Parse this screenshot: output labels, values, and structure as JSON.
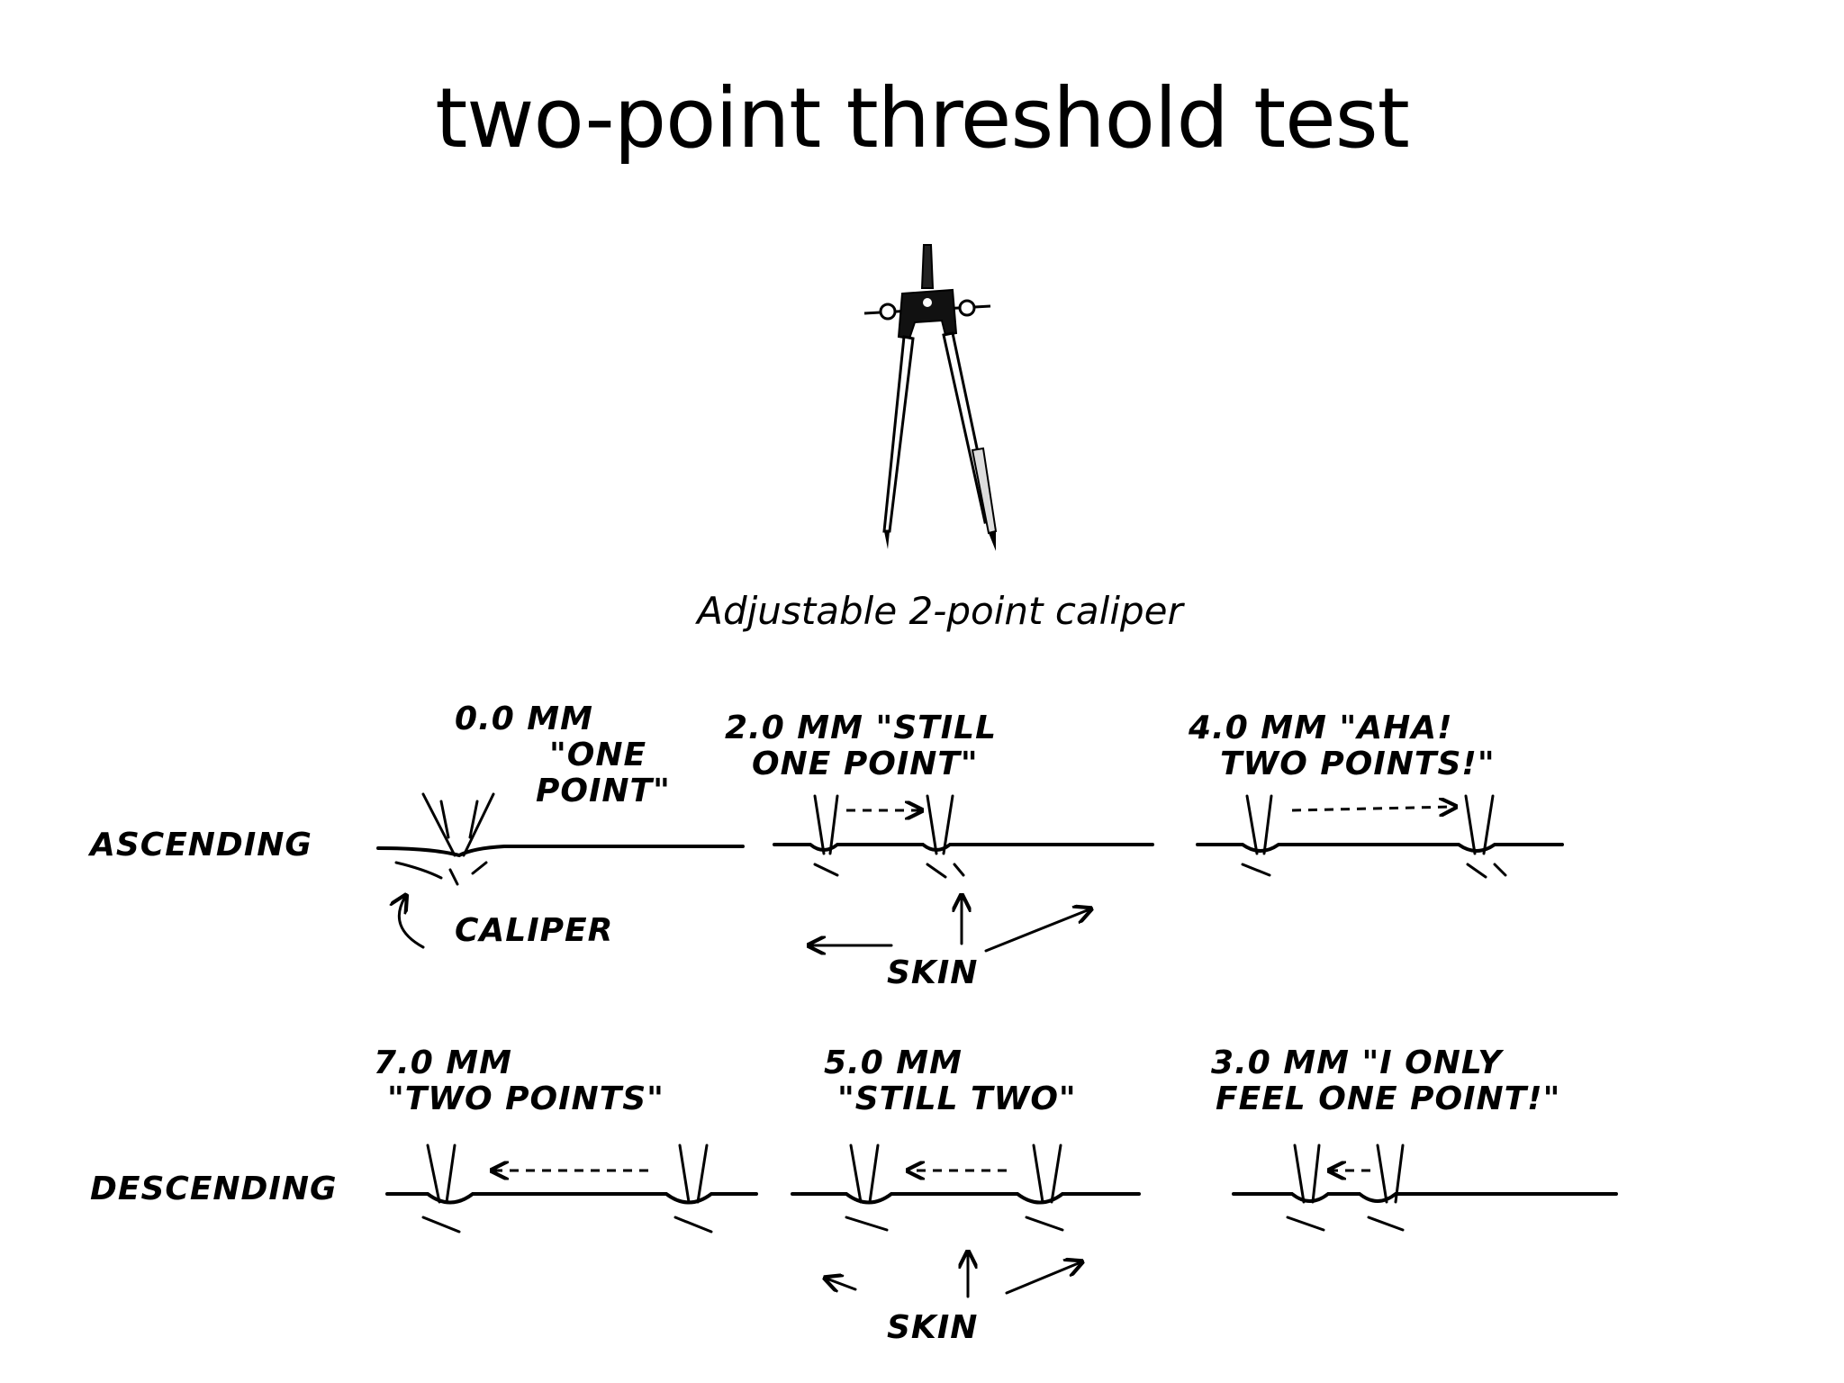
{
  "title": "two-point threshold test",
  "caption": "Adjustable 2-point caliper",
  "rows": {
    "ascending_label": "ASCENDING",
    "descending_label": "DESCENDING"
  },
  "panels": {
    "asc_0": {
      "line1": "0.0 MM",
      "line2": "\"ONE",
      "line3": "POINT\""
    },
    "asc_2": {
      "line1": "2.0 MM \"STILL",
      "line2": "ONE POINT\""
    },
    "asc_4": {
      "line1": "4.0 MM \"AHA!",
      "line2": "TWO POINTS!\""
    },
    "desc_7": {
      "line1": "7.0 MM",
      "line2": "\"TWO POINTS\""
    },
    "desc_5": {
      "line1": "5.0 MM",
      "line2": "\"STILL TWO\""
    },
    "desc_3": {
      "line1": "3.0 MM \"I ONLY",
      "line2": "FEEL ONE POINT!\""
    }
  },
  "annotations": {
    "caliper": "CALIPER",
    "skin_top": "SKIN",
    "skin_bottom": "SKIN"
  },
  "icons": {
    "caliper_illustration": "caliper-icon",
    "arrows": "arrow-icon"
  }
}
